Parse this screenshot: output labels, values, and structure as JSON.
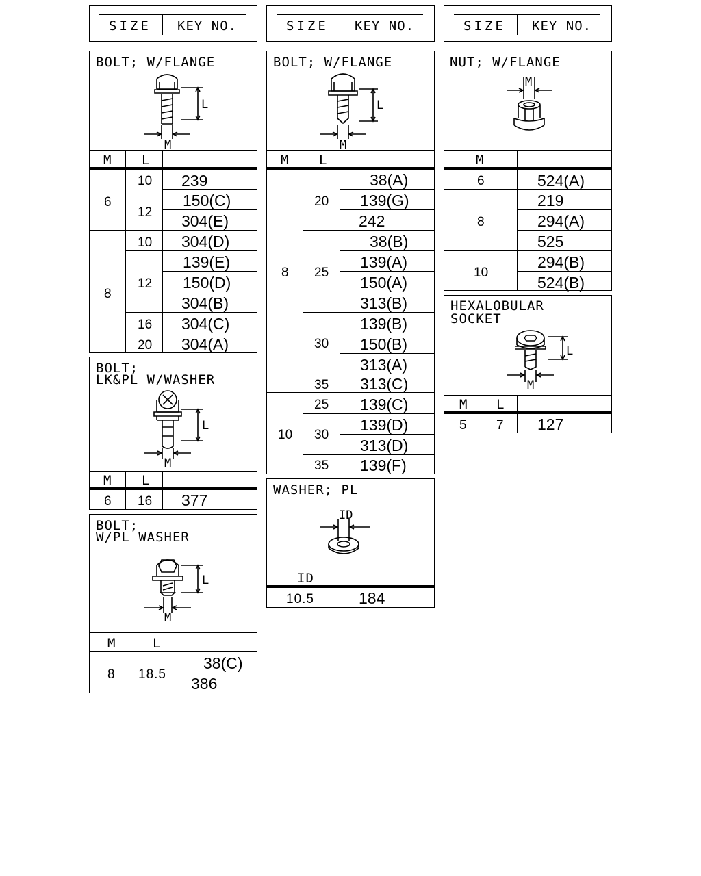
{
  "header": {
    "size_label": "SIZE",
    "key_label": "KEY NO."
  },
  "columns": {
    "m": "M",
    "l": "L",
    "id": "ID"
  },
  "dims": {
    "l": "L",
    "m": "M",
    "id": "ID"
  },
  "bolt_flange_a": {
    "title": "BOLT; W/FLANGE",
    "rows": [
      {
        "m": "6",
        "l": "10",
        "key": "239"
      },
      {
        "m": "6",
        "l": "12",
        "key": "150(C)"
      },
      {
        "m": "6",
        "l": "12",
        "key": "304(E)"
      },
      {
        "m": "8",
        "l": "10",
        "key": "304(D)"
      },
      {
        "m": "8",
        "l": "12",
        "key": "139(E)"
      },
      {
        "m": "8",
        "l": "12",
        "key": "150(D)"
      },
      {
        "m": "8",
        "l": "12",
        "key": "304(B)"
      },
      {
        "m": "8",
        "l": "16",
        "key": "304(C)"
      },
      {
        "m": "8",
        "l": "20",
        "key": "304(A)"
      }
    ]
  },
  "bolt_lkpl": {
    "title_line1": "BOLT;",
    "title_line2": "LK&PL W/WASHER",
    "rows": [
      {
        "m": "6",
        "l": "16",
        "key": "377"
      }
    ]
  },
  "bolt_wpl": {
    "title_line1": "BOLT;",
    "title_line2": "W/PL WASHER",
    "rows": [
      {
        "m": "8",
        "l": "18.5",
        "key": "38(C)"
      },
      {
        "m": "8",
        "l": "18.5",
        "key": "386"
      }
    ]
  },
  "bolt_flange_b": {
    "title": "BOLT; W/FLANGE",
    "rows": [
      {
        "m": "8",
        "l": "20",
        "key": "38(A)"
      },
      {
        "m": "8",
        "l": "20",
        "key": "139(G)"
      },
      {
        "m": "8",
        "l": "20",
        "key": "242"
      },
      {
        "m": "8",
        "l": "25",
        "key": "38(B)"
      },
      {
        "m": "8",
        "l": "25",
        "key": "139(A)"
      },
      {
        "m": "8",
        "l": "25",
        "key": "150(A)"
      },
      {
        "m": "8",
        "l": "25",
        "key": "313(B)"
      },
      {
        "m": "8",
        "l": "30",
        "key": "139(B)"
      },
      {
        "m": "8",
        "l": "30",
        "key": "150(B)"
      },
      {
        "m": "8",
        "l": "30",
        "key": "313(A)"
      },
      {
        "m": "8",
        "l": "35",
        "key": "313(C)"
      },
      {
        "m": "10",
        "l": "25",
        "key": "139(C)"
      },
      {
        "m": "10",
        "l": "30",
        "key": "139(D)"
      },
      {
        "m": "10",
        "l": "30",
        "key": "313(D)"
      },
      {
        "m": "10",
        "l": "35",
        "key": "139(F)"
      }
    ]
  },
  "washer_pl": {
    "title": "WASHER; PL",
    "rows": [
      {
        "id": "10.5",
        "key": "184"
      }
    ]
  },
  "nut_flange": {
    "title": "NUT; W/FLANGE",
    "rows": [
      {
        "m": "6",
        "key": "524(A)"
      },
      {
        "m": "8",
        "key": "219"
      },
      {
        "m": "8",
        "key": "294(A)"
      },
      {
        "m": "8",
        "key": "525"
      },
      {
        "m": "10",
        "key": "294(B)"
      },
      {
        "m": "10",
        "key": "524(B)"
      }
    ]
  },
  "hexalobular": {
    "title_line1": "HEXALOBULAR",
    "title_line2": "SOCKET",
    "rows": [
      {
        "m": "5",
        "l": "7",
        "key": "127"
      }
    ]
  }
}
